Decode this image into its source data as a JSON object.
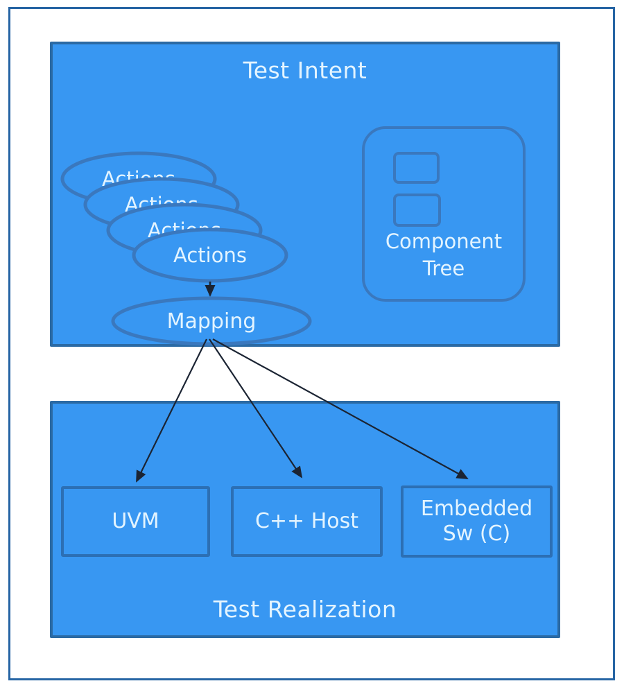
{
  "colors": {
    "panel_fill": "#3897F2",
    "panel_border": "#2B6AA4",
    "outer_border": "#2765A4",
    "shape_stroke": "#3A78BE",
    "box_border": "#2C6FB4",
    "text": "#E3F4FF",
    "arrow": "#1B2433"
  },
  "test_intent": {
    "title": "Test Intent",
    "actions_stack": [
      {
        "label": "Actions"
      },
      {
        "label": "Actions"
      },
      {
        "label": "Actions"
      },
      {
        "label": "Actions"
      }
    ],
    "mapping_label": "Mapping",
    "component_tree": {
      "line1": "Component",
      "line2": "Tree"
    }
  },
  "test_realization": {
    "title": "Test Realization",
    "targets": [
      {
        "label": "UVM"
      },
      {
        "label": "C++ Host"
      },
      {
        "label_line1": "Embedded",
        "label_line2": "Sw (C)"
      }
    ]
  }
}
